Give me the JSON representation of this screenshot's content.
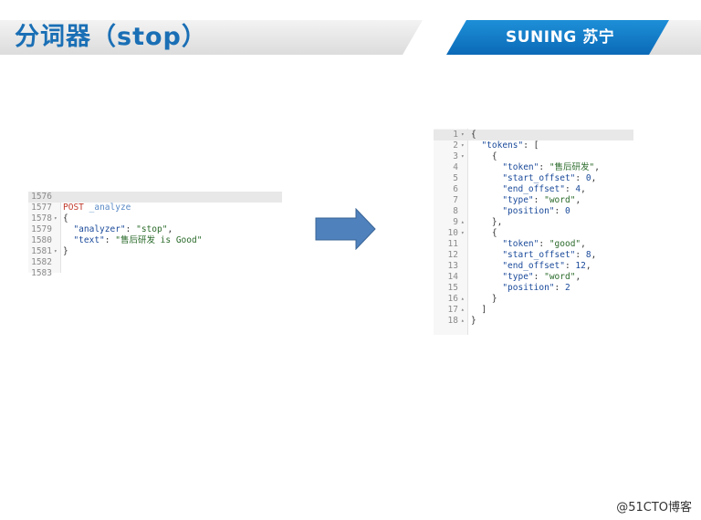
{
  "header": {
    "title": "分词器（stop）",
    "brand": "SUNING 苏宁",
    "colors": {
      "title": "#1a6fb5",
      "brand_bg": "#0b6ab8",
      "bar": "#dcdcdc"
    }
  },
  "request_panel": {
    "lines": [
      {
        "num": "1576",
        "fold": "",
        "html": ""
      },
      {
        "num": "1577",
        "fold": "",
        "html": "<span class='m'>POST</span> <span class='u'>_analyze</span>"
      },
      {
        "num": "1578",
        "fold": "▾",
        "html": "{"
      },
      {
        "num": "1579",
        "fold": "",
        "html": "  <span class='k'>\"analyzer\"</span>: <span class='s'>\"stop\"</span>,"
      },
      {
        "num": "1580",
        "fold": "",
        "html": "  <span class='k'>\"text\"</span>: <span class='s'>\"售后研发 is Good\"</span>"
      },
      {
        "num": "1581",
        "fold": "▾",
        "html": "}"
      },
      {
        "num": "1582",
        "fold": "",
        "html": ""
      },
      {
        "num": "1583",
        "fold": "",
        "html": ""
      }
    ]
  },
  "response_panel": {
    "lines": [
      {
        "num": "1",
        "fold": "▾",
        "html": "{"
      },
      {
        "num": "2",
        "fold": "▾",
        "html": "  <span class='k'>\"tokens\"</span>: ["
      },
      {
        "num": "3",
        "fold": "▾",
        "html": "    {"
      },
      {
        "num": "4",
        "fold": "",
        "html": "      <span class='k'>\"token\"</span>: <span class='s'>\"售后研发\"</span>,"
      },
      {
        "num": "5",
        "fold": "",
        "html": "      <span class='k'>\"start_offset\"</span>: <span class='n'>0</span>,"
      },
      {
        "num": "6",
        "fold": "",
        "html": "      <span class='k'>\"end_offset\"</span>: <span class='n'>4</span>,"
      },
      {
        "num": "7",
        "fold": "",
        "html": "      <span class='k'>\"type\"</span>: <span class='s'>\"word\"</span>,"
      },
      {
        "num": "8",
        "fold": "",
        "html": "      <span class='k'>\"position\"</span>: <span class='n'>0</span>"
      },
      {
        "num": "9",
        "fold": "▴",
        "html": "    },"
      },
      {
        "num": "10",
        "fold": "▾",
        "html": "    {"
      },
      {
        "num": "11",
        "fold": "",
        "html": "      <span class='k'>\"token\"</span>: <span class='s'>\"good\"</span>,"
      },
      {
        "num": "12",
        "fold": "",
        "html": "      <span class='k'>\"start_offset\"</span>: <span class='n'>8</span>,"
      },
      {
        "num": "13",
        "fold": "",
        "html": "      <span class='k'>\"end_offset\"</span>: <span class='n'>12</span>,"
      },
      {
        "num": "14",
        "fold": "",
        "html": "      <span class='k'>\"type\"</span>: <span class='s'>\"word\"</span>,"
      },
      {
        "num": "15",
        "fold": "",
        "html": "      <span class='k'>\"position\"</span>: <span class='n'>2</span>"
      },
      {
        "num": "16",
        "fold": "▴",
        "html": "    }"
      },
      {
        "num": "17",
        "fold": "▴",
        "html": "  ]"
      },
      {
        "num": "18",
        "fold": "▴",
        "html": "}"
      }
    ]
  },
  "arrow": {
    "icon": "right-arrow-icon",
    "color": "#4f81bd"
  },
  "watermark": "@51CTO博客"
}
